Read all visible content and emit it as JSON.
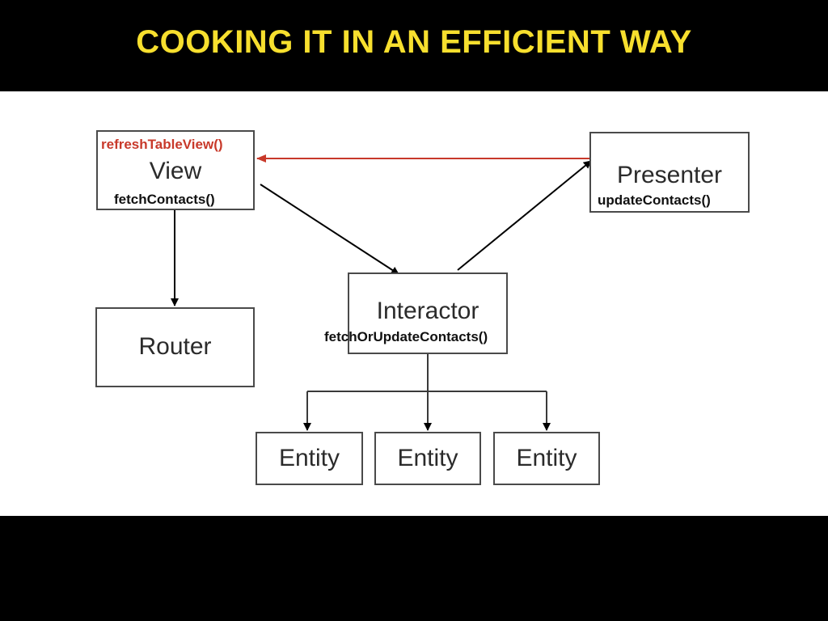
{
  "slide": {
    "title": "COOKING IT IN AN EFFICIENT WAY",
    "title_color": "#f7df2e",
    "background": "#000000"
  },
  "diagram": {
    "boxes": {
      "view": {
        "label": "View"
      },
      "presenter": {
        "label": "Presenter"
      },
      "interactor": {
        "label": "Interactor"
      },
      "router": {
        "label": "Router"
      },
      "entity_1": {
        "label": "Entity"
      },
      "entity_2": {
        "label": "Entity"
      },
      "entity_3": {
        "label": "Entity"
      }
    },
    "methods": {
      "view_refresh": "refreshTableView()",
      "view_fetch": "fetchContacts()",
      "presenter_update": "updateContacts()",
      "interactor_fetch_or_update": "fetchOrUpdateContacts()"
    },
    "connections": [
      {
        "from": "presenter",
        "to": "view",
        "color": "#c8392a"
      },
      {
        "from": "view",
        "to": "interactor",
        "color": "#000000"
      },
      {
        "from": "interactor",
        "to": "presenter",
        "color": "#000000"
      },
      {
        "from": "view",
        "to": "router",
        "color": "#000000"
      },
      {
        "from": "interactor",
        "to": "entity_1",
        "color": "#000000"
      },
      {
        "from": "interactor",
        "to": "entity_2",
        "color": "#000000"
      },
      {
        "from": "interactor",
        "to": "entity_3",
        "color": "#000000"
      }
    ]
  }
}
